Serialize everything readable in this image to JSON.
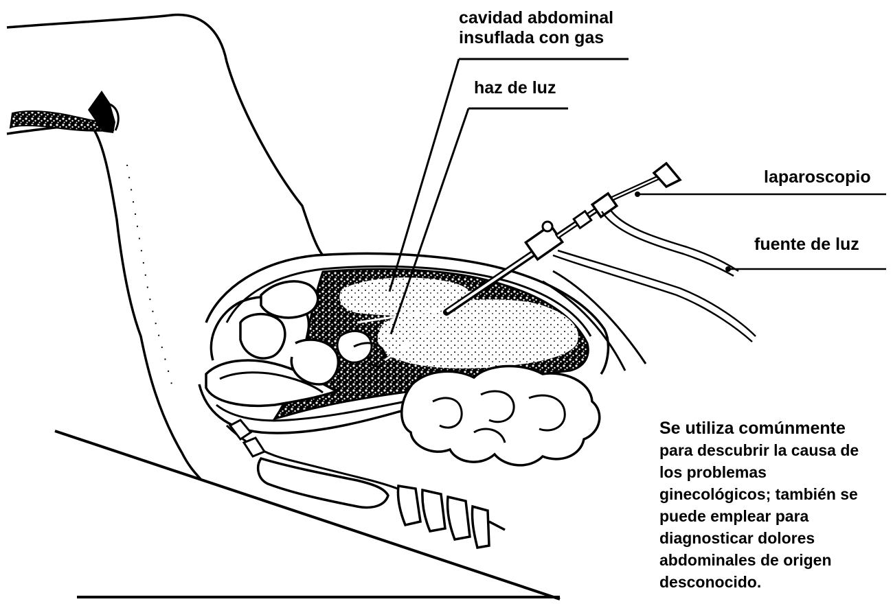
{
  "labels": {
    "cavity": {
      "line1": "cavidad abdominal",
      "line2": "insuflada con gas"
    },
    "light_beam": "haz de luz",
    "laparoscope": "laparoscopio",
    "light_source": "fuente de luz"
  },
  "note": {
    "lines": [
      "Se utiliza comúnmente",
      "para descubrir la causa de",
      "los problemas",
      "ginecológicos; también se",
      "puede emplear para",
      "diagnosticar dolores",
      "abdominales de origen",
      "desconocido."
    ]
  },
  "colors": {
    "ink": "#000000",
    "background": "#ffffff"
  }
}
